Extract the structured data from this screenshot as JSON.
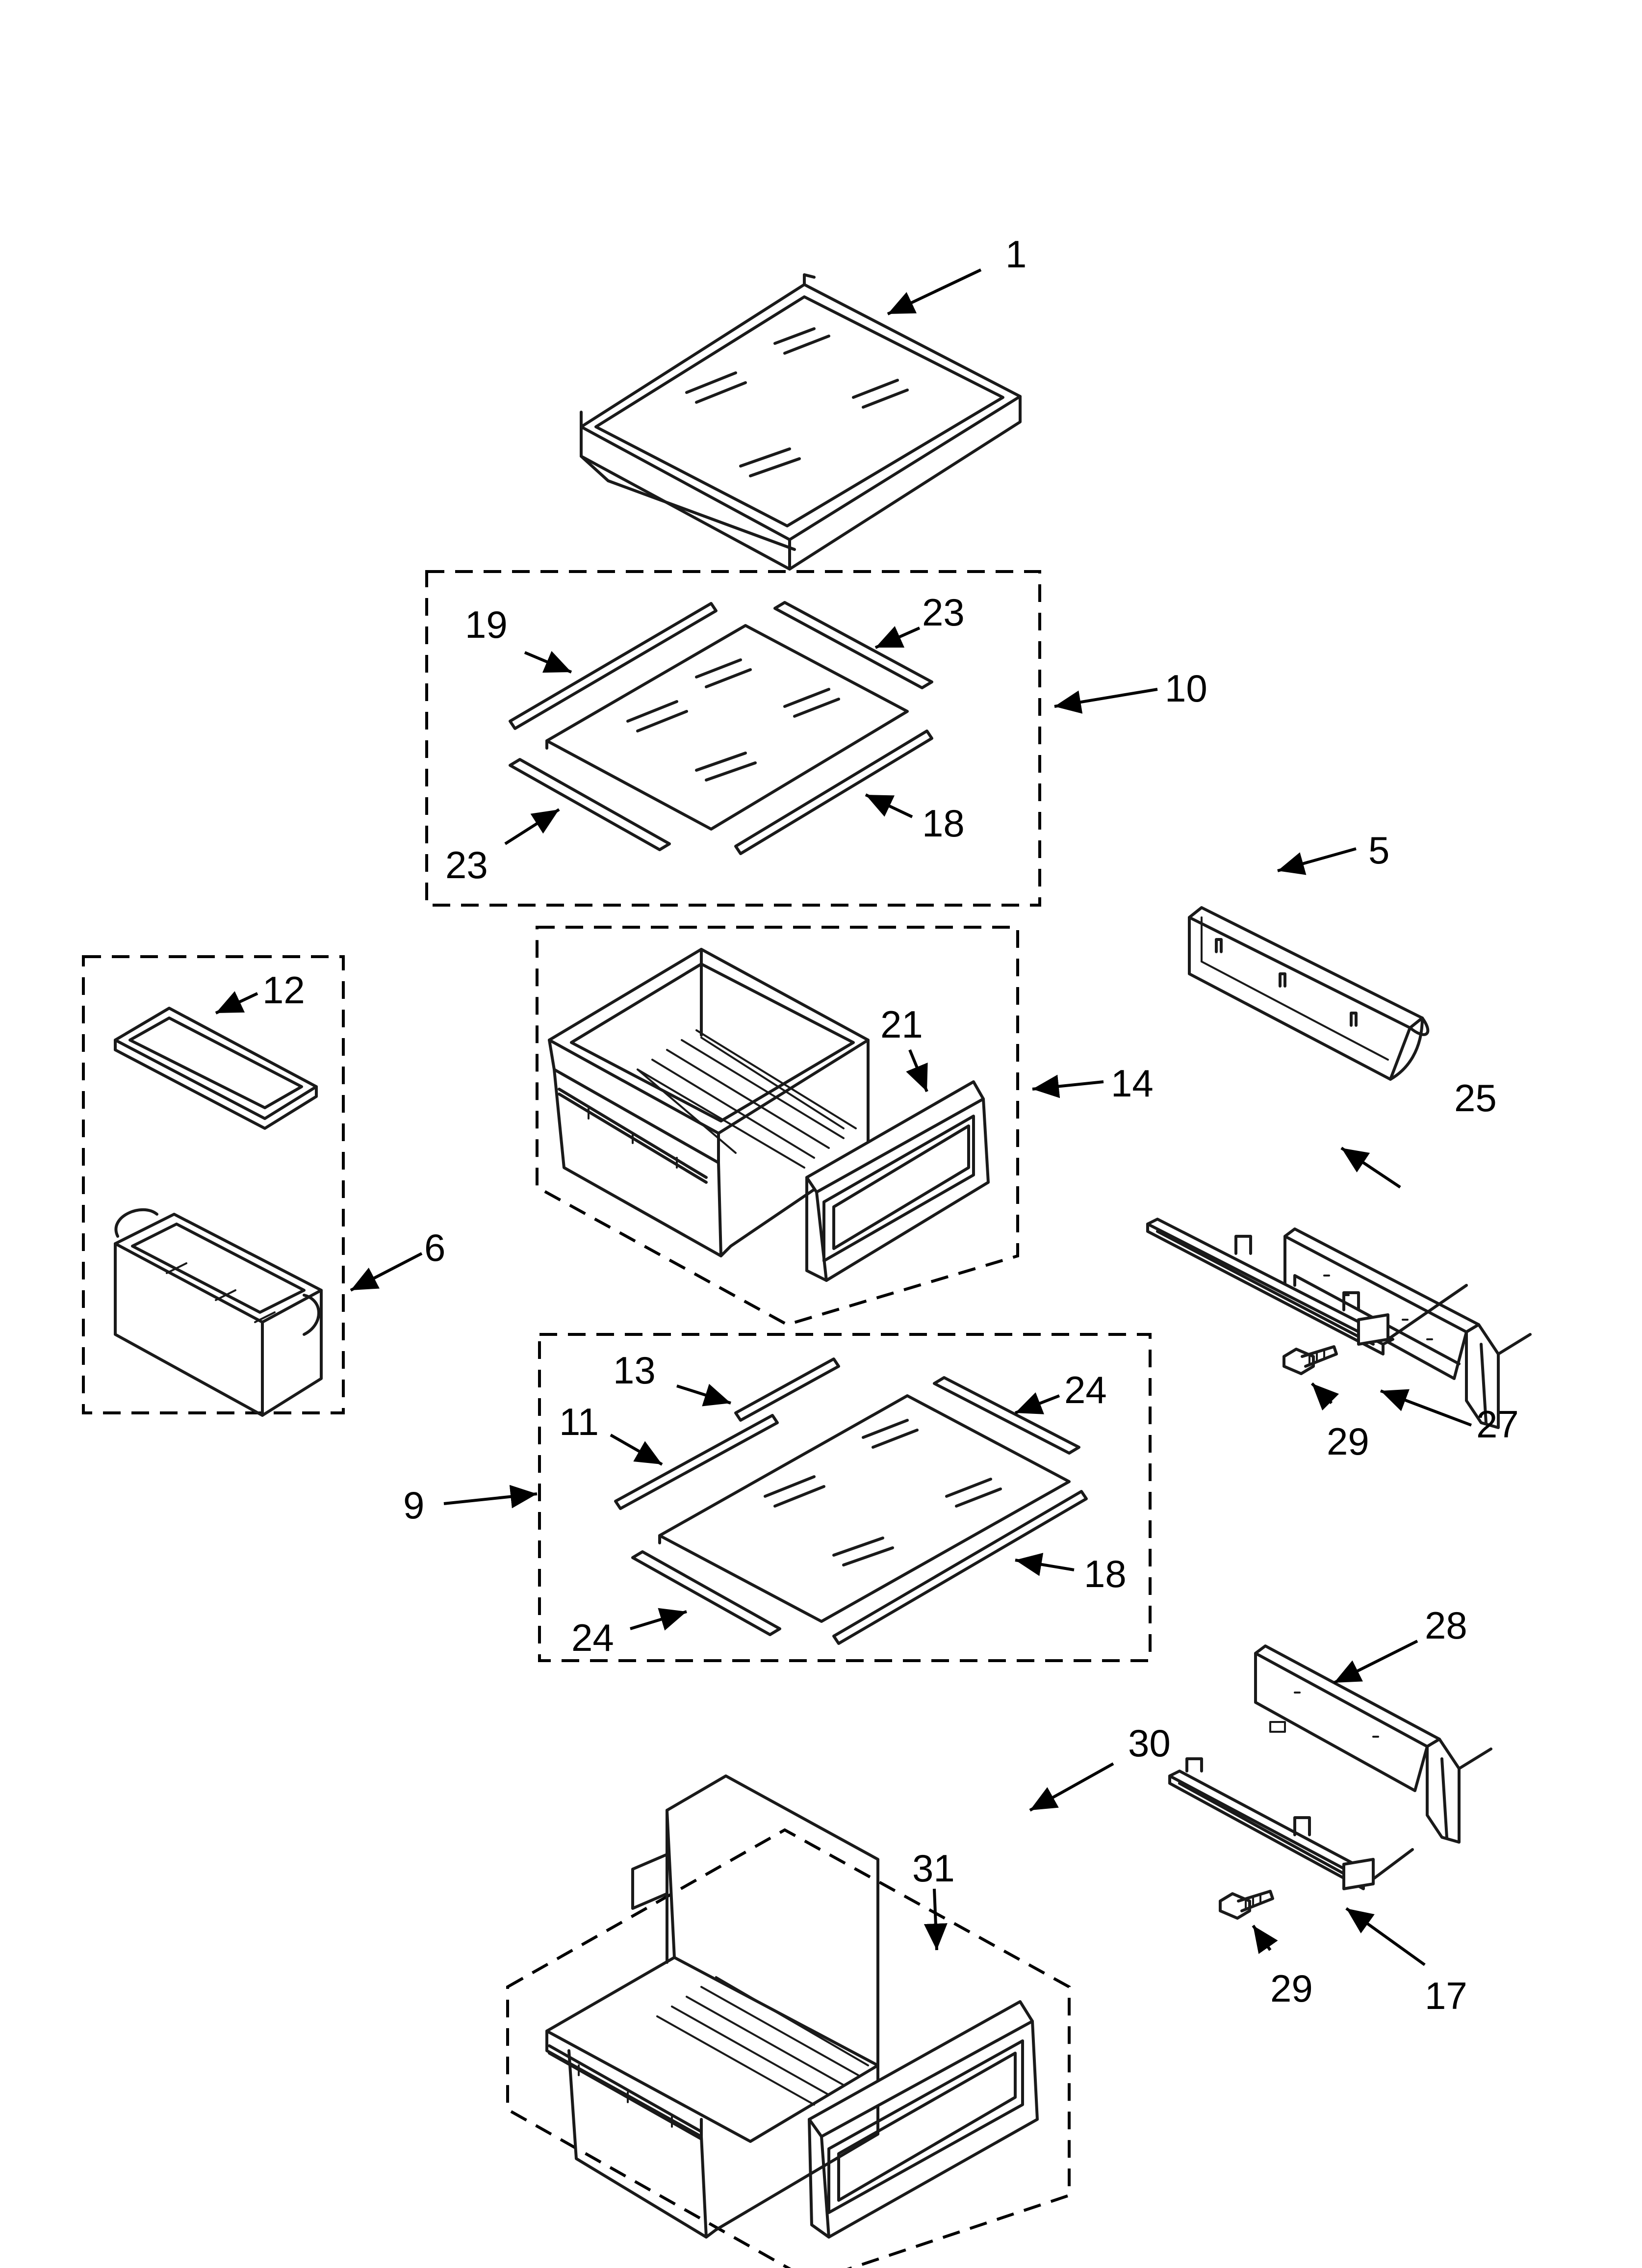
{
  "callouts": {
    "c1": "1",
    "c19": "19",
    "c23a": "23",
    "c10": "10",
    "c23b": "23",
    "c18a": "18",
    "c5": "5",
    "c12": "12",
    "c21": "21",
    "c14": "14",
    "c25": "25",
    "c6": "6",
    "c13": "13",
    "c24a": "24",
    "c11": "11",
    "c9": "9",
    "c18b": "18",
    "c24b": "24",
    "c27": "27",
    "c29a": "29",
    "c28": "28",
    "c30": "30",
    "c31": "31",
    "c29b": "29",
    "c17": "17"
  },
  "colors": {
    "line": "#1a1a1a",
    "background": "#ffffff"
  }
}
